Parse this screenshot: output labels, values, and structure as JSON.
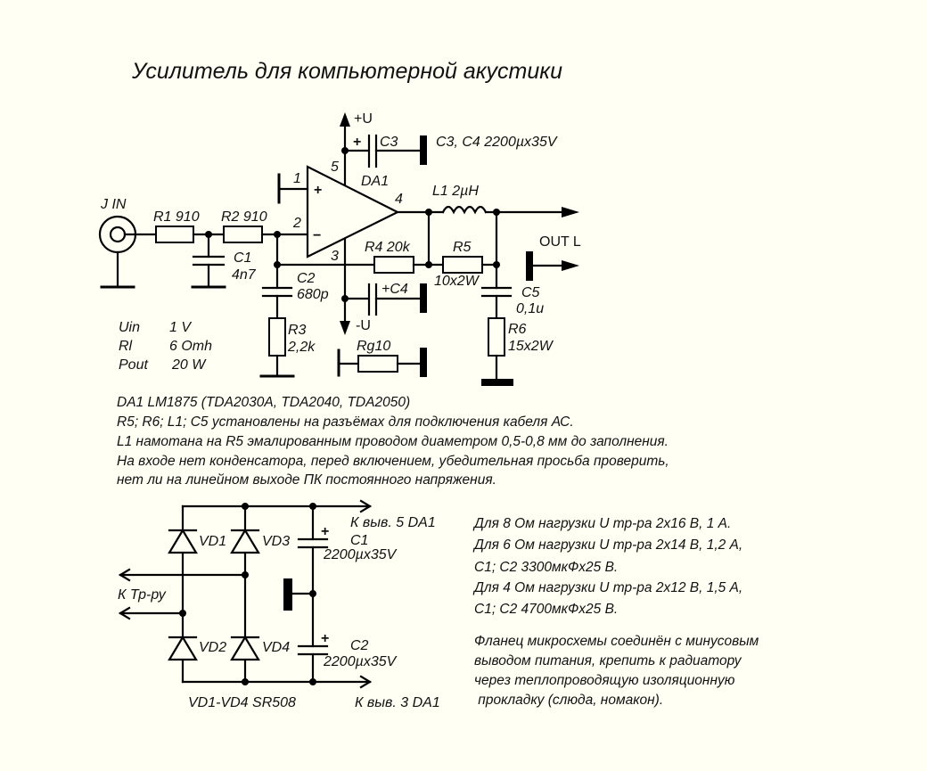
{
  "title": "Усилитель для компьютерной акустики",
  "amp": {
    "labels": {
      "plus_u": "+U",
      "minus_u": "-U",
      "c3": "C3",
      "c3c4_value": "C3, C4 2200µx35V",
      "da1": "DA1",
      "pin1": "1",
      "pin2": "2",
      "pin3": "3",
      "pin4": "4",
      "pin5": "5",
      "plus_sign": "+",
      "minus_sign": "−",
      "l1": "L1 2µH",
      "j_in": "J IN",
      "r1": "R1 910",
      "r2": "R2 910",
      "c1_name": "C1",
      "c1_value": "4n7",
      "c2_name": "C2",
      "c2_value": "680p",
      "r3_name": "R3",
      "r3_value": "2,2k",
      "r4": "R4  20k",
      "r5_name": "R5",
      "r5_value": "10x2W",
      "c4": "+C4",
      "c5_name": "C5",
      "c5_value": "0,1u",
      "r6_name": "R6",
      "r6_value": "15x2W",
      "rg": "Rg10",
      "out_l": "OUT L"
    },
    "specs": [
      {
        "name": "Uin",
        "value": "1 V"
      },
      {
        "name": "Rl",
        "value": "6 Omh"
      },
      {
        "name": "Pout",
        "value": "20 W"
      }
    ]
  },
  "notes": [
    "DA1 LM1875 (TDA2030A, TDA2040, TDA2050)",
    "R5; R6; L1; C5 установлены на разъёмах для подключения кабеля АС.",
    "L1 намотана на R5 эмалированным проводом диаметром 0,5-0,8 мм до заполнения.",
    "На входе нет конденсатора, перед включением, убедительная просьба проверить,",
    "нет ли на линейном выходе ПК постоянного напряжения."
  ],
  "psu": {
    "labels": {
      "vd1": "VD1",
      "vd2": "VD2",
      "vd3": "VD3",
      "vd4": "VD4",
      "to_trafo": "К Тр-ру",
      "to_pin5": "К выв. 5 DA1",
      "to_pin3": "К выв. 3 DA1",
      "c1_name": "C1",
      "c1_value": "2200µx35V",
      "c2_name": "C2",
      "c2_value": "2200µx35V",
      "plus_sign": "+",
      "diodes": "VD1-VD4  SR508"
    }
  },
  "load_options": [
    "Для 8 Ом нагрузки  U тр-ра 2x16 В, 1 А.",
    "Для 6 Ом нагрузки  U тр-ра 2x14 В, 1,2 А,",
    "С1; С2 3300мкФx25 В.",
    "Для 4 Ом нагрузки  U тр-ра 2x12 В, 1,5 А,",
    "С1; С2 4700мкФx25 В."
  ],
  "mounting_note": [
    "Фланец микросхемы соединён с минусовым",
    "выводом питания, крепить к радиатору",
    "через теплопроводящую изоляционную",
    " прокладку (слюда, номакон)."
  ]
}
